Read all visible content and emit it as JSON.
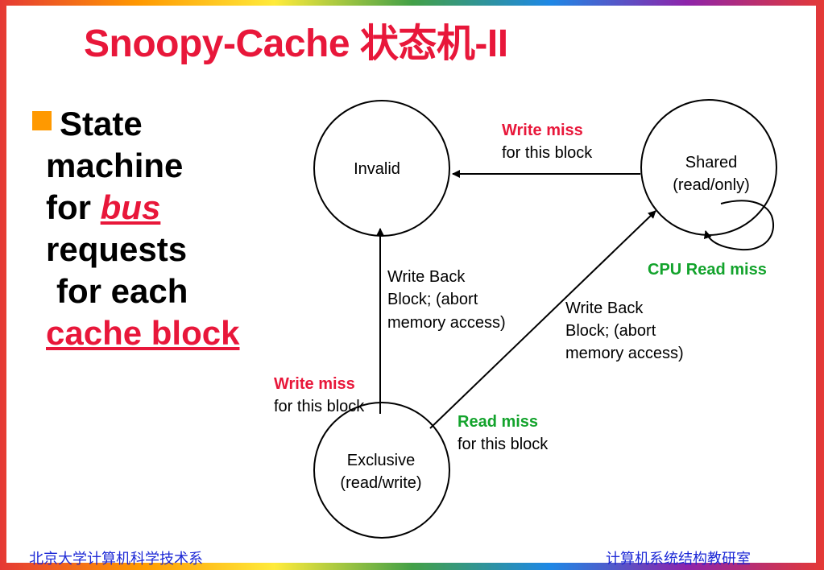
{
  "title": "Snoopy-Cache 状态机-II",
  "bullet": {
    "line1": "State",
    "line2": "machine",
    "line3_prefix": "for ",
    "line3_emph": "bus",
    "line4": "requests",
    "line5": "for each",
    "line6": "cache block"
  },
  "states": {
    "invalid": "Invalid",
    "shared_line1": "Shared",
    "shared_line2": "(read/only)",
    "exclusive_line1": "Exclusive",
    "exclusive_line2": "(read/write)"
  },
  "transitions": {
    "shared_to_invalid": {
      "event": "Write miss",
      "detail": "for this block"
    },
    "shared_self": {
      "event": "CPU Read miss"
    },
    "exclusive_to_invalid": {
      "event": "Write miss",
      "detail": "for this block",
      "action1": "Write Back",
      "action2": "Block; (abort",
      "action3": "memory access)"
    },
    "exclusive_to_shared": {
      "event": "Read miss",
      "detail": "for this block",
      "action1": "Write Back",
      "action2": "Block; (abort",
      "action3": "memory access)"
    }
  },
  "colors": {
    "title": "#e8173a",
    "event_red": "#e8173a",
    "event_green": "#13a32c",
    "footer": "#1e2ad6",
    "bullet_marker": "#ff9900"
  },
  "footer": {
    "left": "北京大学计算机科学技术系",
    "right": "计算机系统结构教研室"
  }
}
